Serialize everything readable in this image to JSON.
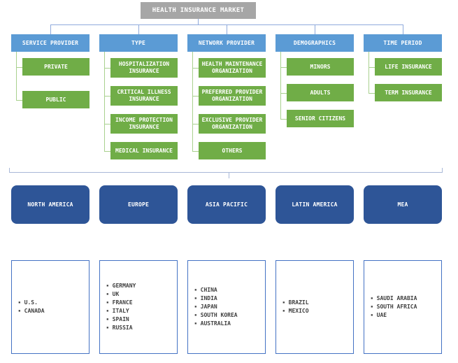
{
  "title": "HEALTH INSURANCE MARKET",
  "colors": {
    "title_box": "#a6a6a6",
    "segment_header": "#5b9bd5",
    "segment_item": "#70ad47",
    "segment_connector": "#a9d18e",
    "tree_connector": "#8faadc",
    "bracket": "#a8b8d8",
    "region_box": "#2e5597",
    "country_box_border": "#4472c4"
  },
  "segments": [
    {
      "header": "SERVICE PROVIDER",
      "items": [
        "PRIVATE",
        "PUBLIC"
      ]
    },
    {
      "header": "TYPE",
      "items": [
        "HOSPITALIZATION INSURANCE",
        "CRITICAL ILLNESS INSURANCE",
        "INCOME PROTECTION INSURANCE",
        "MEDICAL INSURANCE"
      ]
    },
    {
      "header": "NETWORK PROVIDER",
      "items": [
        "HEALTH MAINTENANCE ORGANIZATION",
        "PREFERRED PROVIDER ORGANIZATION",
        "EXCLUSIVE PROVIDER ORGANIZATION",
        "OTHERS"
      ]
    },
    {
      "header": "DEMOGRAPHICS",
      "items": [
        "MINORS",
        "ADULTS",
        "SENIOR CITIZENS"
      ]
    },
    {
      "header": "TIME PERIOD",
      "items": [
        "LIFE INSURANCE",
        "TERM INSURANCE"
      ]
    }
  ],
  "regions": [
    {
      "name": "NORTH AMERICA",
      "countries": [
        "U.S.",
        "CANADA"
      ]
    },
    {
      "name": "EUROPE",
      "countries": [
        "GERMANY",
        "UK",
        "FRANCE",
        "ITALY",
        "SPAIN",
        "RUSSIA"
      ]
    },
    {
      "name": "ASIA PACIFIC",
      "countries": [
        "CHINA",
        "INDIA",
        "JAPAN",
        "SOUTH KOREA",
        "AUSTRALIA"
      ]
    },
    {
      "name": "LATIN AMERICA",
      "countries": [
        "BRAZIL",
        "MEXICO"
      ]
    },
    {
      "name": "MEA",
      "countries": [
        "SAUDI ARABIA",
        "SOUTH AFRICA",
        "UAE"
      ]
    }
  ]
}
